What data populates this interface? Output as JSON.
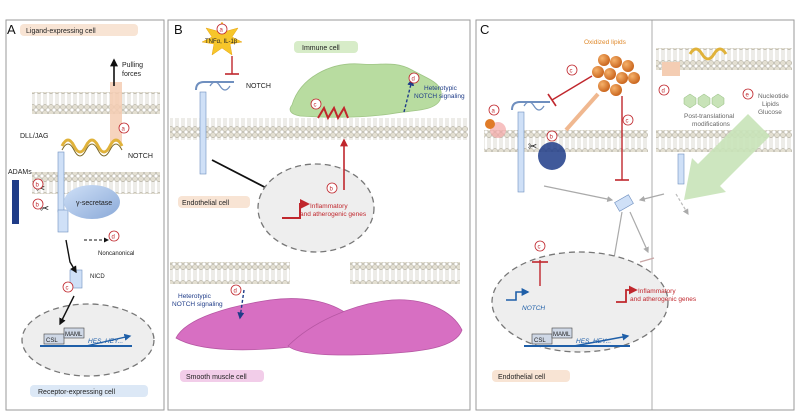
{
  "panels": {
    "A": {
      "letter": "A",
      "top_label": "Ligand-expressing cell",
      "pulling": "Pulling\nforces",
      "dll_jag": "DLL/JAG",
      "notch": "NOTCH",
      "adams": "ADAMs",
      "gamma_secretase": "γ-secretase",
      "noncanonical": "Noncanonical",
      "nicd": "NICD",
      "csl": "CSL",
      "maml": "MAML",
      "genes": "HES, HEY...",
      "bottom_label": "Receptor-expressing cell",
      "tags": [
        "a",
        "b",
        "b",
        "c",
        "d"
      ]
    },
    "B": {
      "letter": "B",
      "tnf": "TNFα, IL-1β",
      "notch": "NOTCH",
      "immune": "Immune cell",
      "heterotypic_top": "Heterotypic\nNOTCH signaling",
      "endothelial": "Endothelial cell",
      "inflammatory": "Inflammatory\nand atherogenic genes",
      "heterotypic_bottom": "Heterotypic\nNOTCH signaling",
      "smooth_muscle": "Smooth muscle cell",
      "tags": [
        "a",
        "b",
        "c",
        "d",
        "d"
      ]
    },
    "C": {
      "letter": "C",
      "oxidized": "Oxidized lipids",
      "ptm": "Post-translational\nmodifications",
      "nutrients": "Nucleotide\nLipids\nGlucose",
      "notch_gene": "NOTCH",
      "inflammatory": "Inflammatory\nand atherogenic genes",
      "csl": "CSL",
      "maml": "MAML",
      "genes": "HES, HEY...",
      "endothelial": "Endothelial cell",
      "tags": [
        "a",
        "b",
        "c",
        "c",
        "c",
        "d",
        "e"
      ]
    }
  },
  "colors": {
    "membrane_bead": "#d7d3c6",
    "panel_border": "#9a9a9a",
    "red_inhibit": "#c0272d",
    "navy": "#1f3c88",
    "immune_green": "#b8dca0",
    "smooth_pink": "#d76fc2",
    "lipid_orange": "#e07b28"
  }
}
